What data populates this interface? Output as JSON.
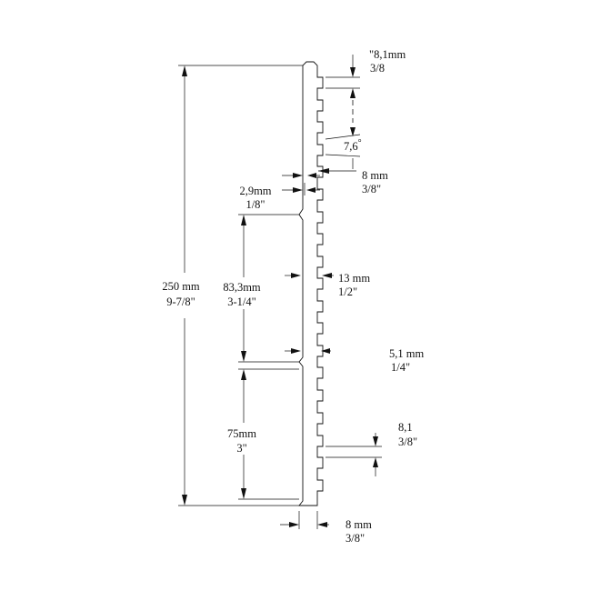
{
  "dimensions": {
    "total_height": {
      "mm": "250 mm",
      "inch": "9-7/8\""
    },
    "upper_segment": {
      "mm": "83,3mm",
      "inch": "3-1/4\""
    },
    "lower_segment": {
      "mm": "75mm",
      "inch": "3\""
    },
    "groove_depth": {
      "mm": "2,9mm",
      "inch": "1/8\""
    },
    "top_fin_gap": {
      "mm": "\"8,1mm",
      "inch": "3/8"
    },
    "fin_angle": {
      "label": "7,6",
      "unit": "°"
    },
    "fin_width": {
      "mm": "8 mm",
      "inch": "3/8\""
    },
    "fin_pitch": {
      "mm": "13 mm",
      "inch": "1/2\""
    },
    "body_thickness": {
      "mm": "5,1 mm",
      "inch": "1/4\""
    },
    "bottom_fin_gap": {
      "mm": "8,1",
      "inch": "3/8\""
    },
    "base_thickness": {
      "mm": "8 mm",
      "inch": "3/8\""
    }
  }
}
